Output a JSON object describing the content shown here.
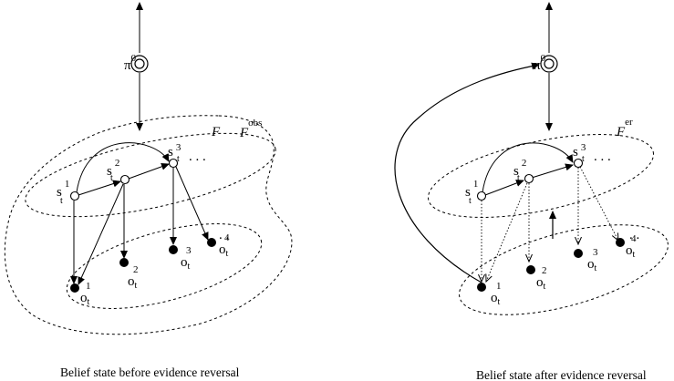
{
  "left_panel": {
    "caption": "Belief state before evidence reversal",
    "policy": {
      "base": "π",
      "sup": "0"
    },
    "region_outer": {
      "base": "F",
      "sup": "obs"
    },
    "region_inner": {
      "base": "F",
      "sup": ""
    },
    "states": [
      {
        "base": "s",
        "sub": "t",
        "sup": "1"
      },
      {
        "base": "s",
        "sub": "t",
        "sup": "2"
      },
      {
        "base": "s",
        "sub": "t",
        "sup": "3"
      }
    ],
    "observations": [
      {
        "base": "o",
        "sub": "t",
        "sup": "1"
      },
      {
        "base": "o",
        "sub": "t",
        "sup": "2"
      },
      {
        "base": "o",
        "sub": "t",
        "sup": "3"
      },
      {
        "base": "o",
        "sub": "t",
        "sup": "4"
      }
    ],
    "state_ellipsis": ". . .",
    "obs_ellipsis": ". ."
  },
  "right_panel": {
    "caption": "Belief state after evidence reversal",
    "policy": {
      "base": "π",
      "sup": "0"
    },
    "region_inner": {
      "base": "F",
      "sup": "er"
    },
    "states": [
      {
        "base": "s",
        "sub": "t",
        "sup": "1"
      },
      {
        "base": "s",
        "sub": "t",
        "sup": "2"
      },
      {
        "base": "s",
        "sub": "t",
        "sup": "3"
      }
    ],
    "observations": [
      {
        "base": "o",
        "sub": "t",
        "sup": "1"
      },
      {
        "base": "o",
        "sub": "t",
        "sup": "2"
      },
      {
        "base": "o",
        "sub": "t",
        "sup": "3"
      },
      {
        "base": "o",
        "sub": "t",
        "sup": "4"
      }
    ],
    "state_ellipsis": ". . .",
    "obs_ellipsis": ". ."
  }
}
